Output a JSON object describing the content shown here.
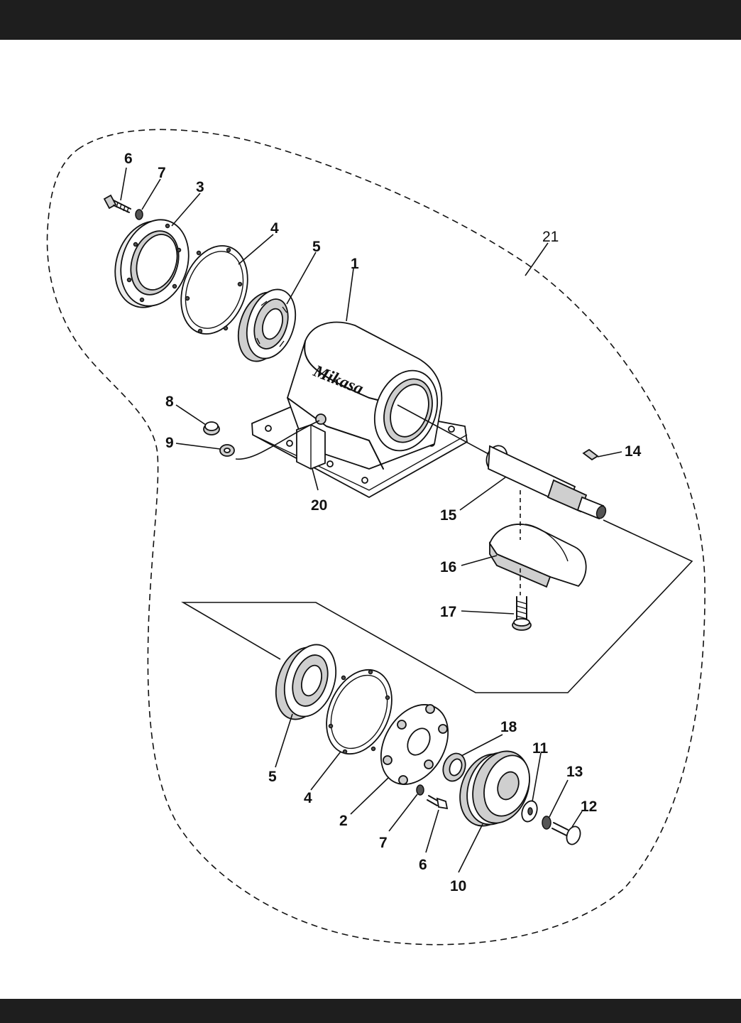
{
  "header": {
    "color": "#1e1e1e"
  },
  "footer": {
    "color": "#1e1e1e"
  },
  "diagram": {
    "brand_text": "Mikasa",
    "assembly_label": "21",
    "callouts": [
      {
        "id": "c6a",
        "text": "6"
      },
      {
        "id": "c7a",
        "text": "7"
      },
      {
        "id": "c3",
        "text": "3"
      },
      {
        "id": "c4a",
        "text": "4"
      },
      {
        "id": "c5a",
        "text": "5"
      },
      {
        "id": "c1",
        "text": "1"
      },
      {
        "id": "c8",
        "text": "8"
      },
      {
        "id": "c9",
        "text": "9"
      },
      {
        "id": "c20",
        "text": "20"
      },
      {
        "id": "c14",
        "text": "14"
      },
      {
        "id": "c15",
        "text": "15"
      },
      {
        "id": "c16",
        "text": "16"
      },
      {
        "id": "c17",
        "text": "17"
      },
      {
        "id": "c18",
        "text": "18"
      },
      {
        "id": "c11",
        "text": "11"
      },
      {
        "id": "c13",
        "text": "13"
      },
      {
        "id": "c12",
        "text": "12"
      },
      {
        "id": "c5b",
        "text": "5"
      },
      {
        "id": "c4b",
        "text": "4"
      },
      {
        "id": "c2",
        "text": "2"
      },
      {
        "id": "c7b",
        "text": "7"
      },
      {
        "id": "c6b",
        "text": "6"
      },
      {
        "id": "c10",
        "text": "10"
      }
    ]
  }
}
